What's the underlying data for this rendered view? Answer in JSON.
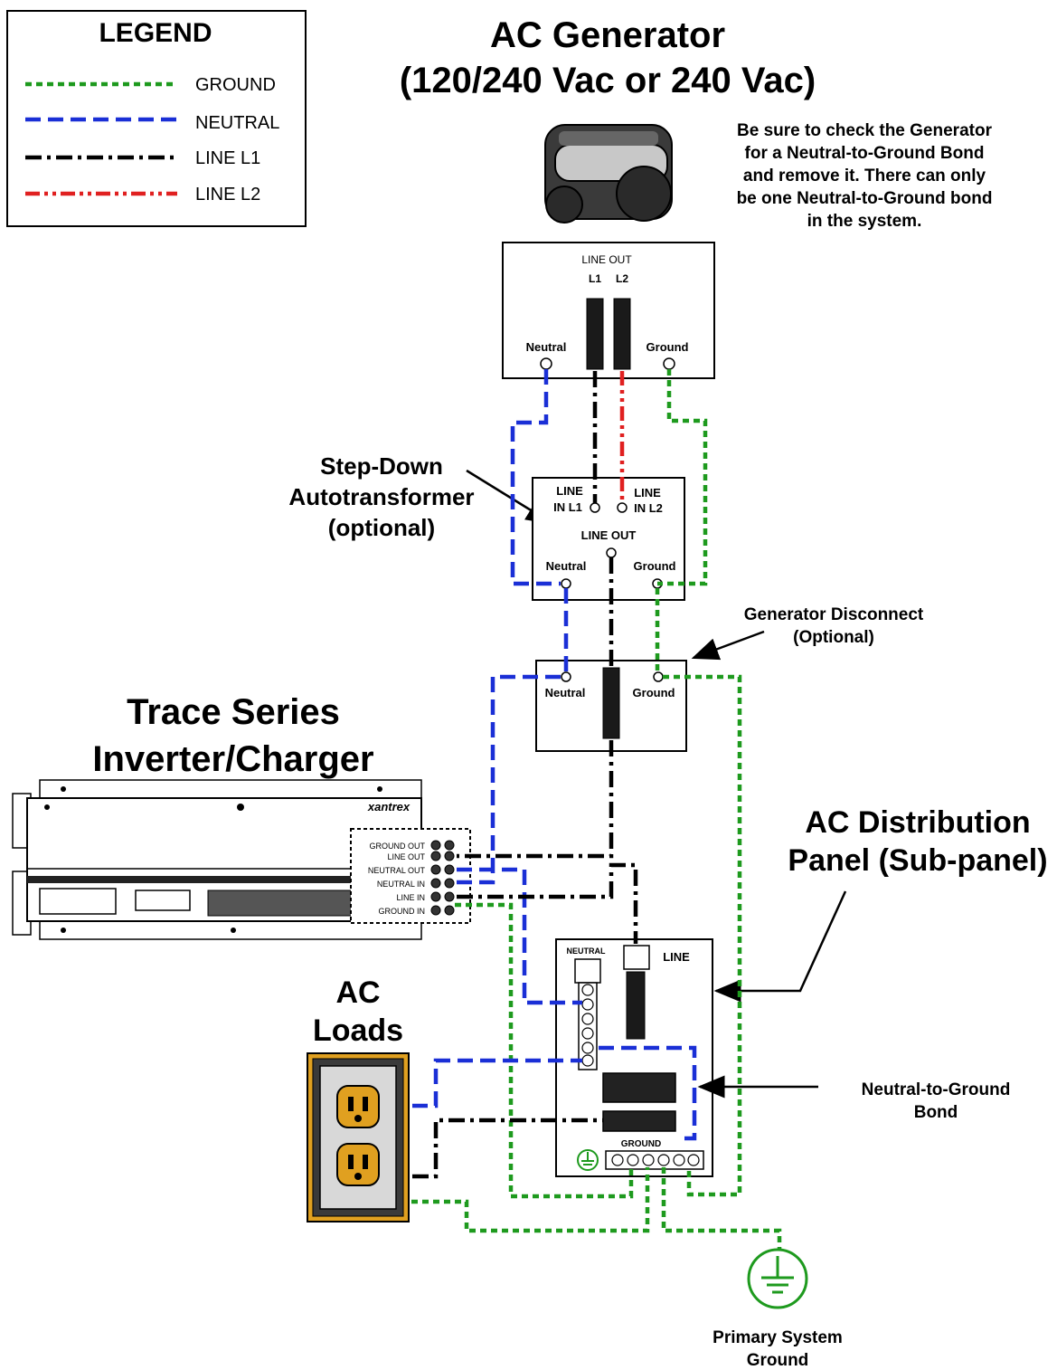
{
  "legend": {
    "title": "LEGEND",
    "items": [
      {
        "label": "GROUND",
        "wire": "ground"
      },
      {
        "label": "NEUTRAL",
        "wire": "neutral"
      },
      {
        "label": "LINE L1",
        "wire": "line-l1"
      },
      {
        "label": "LINE L2",
        "wire": "line-l2"
      }
    ]
  },
  "colors": {
    "ground": "#1e9a1e",
    "neutral": "#1a2fd6",
    "line_l1": "#000000",
    "line_l2": "#e02020",
    "outlet": "#e0a020"
  },
  "generator": {
    "title_line1": "AC Generator",
    "title_line2": "(120/240 Vac or 240 Vac)",
    "note": [
      "Be sure to check the Generator",
      "for a Neutral-to-Ground Bond",
      "and remove it.  There can only",
      "be one Neutral-to-Ground bond",
      "in the system."
    ],
    "panel": {
      "line_out": "LINE OUT",
      "l1": "L1",
      "l2": "L2",
      "neutral": "Neutral",
      "ground": "Ground"
    }
  },
  "autotransformer": {
    "label": [
      "Step-Down",
      "Autotransformer",
      "(optional)"
    ],
    "line_in_l1": [
      "LINE",
      "IN L1"
    ],
    "line_in_l2": [
      "LINE",
      "IN L2"
    ],
    "line_out": "LINE OUT",
    "neutral": "Neutral",
    "ground": "Ground"
  },
  "disconnect": {
    "label": [
      "Generator Disconnect",
      "(Optional)"
    ],
    "neutral": "Neutral",
    "ground": "Ground"
  },
  "inverter": {
    "title_line1": "Trace Series",
    "title_line2": "Inverter/Charger",
    "brand": "xantrex",
    "terminals": [
      "GROUND OUT",
      "LINE OUT",
      "NEUTRAL OUT",
      "NEUTRAL IN",
      "LINE IN",
      "GROUND IN"
    ]
  },
  "distribution": {
    "title_line1": "AC Distribution",
    "title_line2": "Panel (Sub-panel)",
    "neutral": "NEUTRAL",
    "line": "LINE",
    "ground": "GROUND",
    "bond_label": [
      "Neutral-to-Ground",
      "Bond"
    ]
  },
  "loads": {
    "label_line1": "AC",
    "label_line2": "Loads"
  },
  "primary_ground": {
    "label_line1": "Primary System",
    "label_line2": "Ground"
  }
}
